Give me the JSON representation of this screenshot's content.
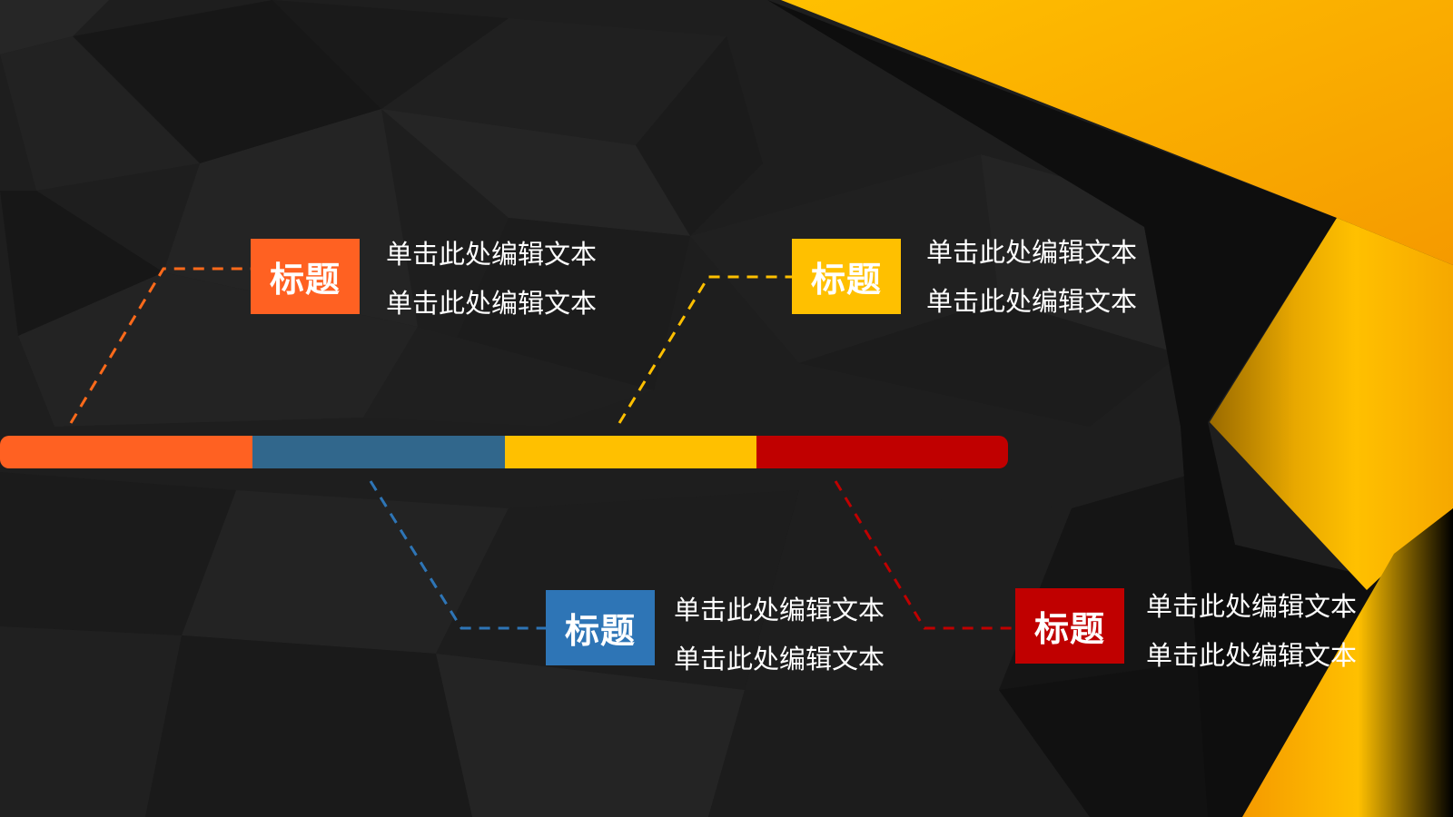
{
  "slide": {
    "background": "dark-low-poly",
    "accent_colors": {
      "orange": "#FF6122",
      "blue_bar": "#31678C",
      "blue_box": "#2E75B6",
      "yellow": "#FFC000",
      "red": "#C00000",
      "gold_gradient_start": "#FFC000",
      "gold_gradient_end": "#F59A00"
    }
  },
  "timeline": {
    "segments": [
      {
        "name": "orange",
        "color": "#FF6122"
      },
      {
        "name": "blue",
        "color": "#31678C"
      },
      {
        "name": "yellow",
        "color": "#FFC000"
      },
      {
        "name": "red",
        "color": "#C00000"
      }
    ]
  },
  "items": [
    {
      "title": "标题",
      "color": "#FF6122",
      "lines": [
        "单击此处编辑文本",
        "单击此处编辑文本"
      ]
    },
    {
      "title": "标题",
      "color": "#FFC000",
      "lines": [
        "单击此处编辑文本",
        "单击此处编辑文本"
      ]
    },
    {
      "title": "标题",
      "color": "#2E75B6",
      "lines": [
        "单击此处编辑文本",
        "单击此处编辑文本"
      ]
    },
    {
      "title": "标题",
      "color": "#C00000",
      "lines": [
        "单击此处编辑文本",
        "单击此处编辑文本"
      ]
    }
  ]
}
